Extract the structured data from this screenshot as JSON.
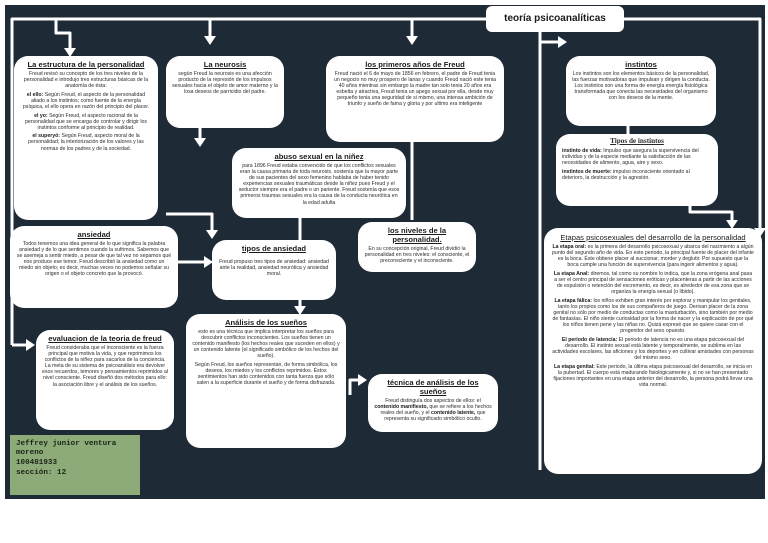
{
  "title": "teoría psicoanalíticas",
  "author": {
    "name": "Jeffrey junior ventura moreno",
    "id": "100481933",
    "section": "sección: 12"
  },
  "estructura": {
    "title": "La estructura de la personalidad",
    "intro": "Freud revisó su concepto de los tres niveles de la personalidad e introdujo tres estructuras básicas de la anatomía de ésta:",
    "ello_label": "el ello:",
    "ello_text": " Según Freud, el aspecto de la personalidad aliado a los instintos; como fuente de la energía psíquica, el ello opera en razón del principio del placer.",
    "yo_label": "el yo:",
    "yo_text": " Según Freud, el aspecto racional de la personalidad que se encarga de controlar y dirigir los instintos conforme al principio de realidad.",
    "superyo_label": "el superyó:",
    "superyo_text": "  Según Freud, aspecto moral de la personalidad; la interiorización de los valores y las normas de los padres y de la sociedad."
  },
  "neurosis": {
    "title": "La neurosis",
    "text": "según Freud la neurosis es una afección producto de la represión de los impulsos sexuales hacia el objeto de amor materno  y la losa deseos de parricidio del padre."
  },
  "primeros": {
    "title": "los primeros años de Freud",
    "text": "Freud nació el 6 de mayo de 1856 en febrero, el padre de Freud tenia un negocio no muy prospero de lanas y cuando Freud nació este tenia 40 años mientras sin embargo la madre tan solo tenia 20 años era esbelta y atractiva, Freud tenia un apego sexual por ella, desde muy pequeño tenia una seguridad de si mismo, una intensa ambición de triunfo y sueño de fama y gloria y por ultimo era inteligente"
  },
  "instintos": {
    "title": "instintos",
    "text": "Los instintos son los elementos básicos de la personalidad, las fuerzas motivadoras que impulsan y dirigen la conducta.  Los instintos son una forma de energía energía fisiológica transformada que conecta las necesidades del organismo con los deseos de la mente."
  },
  "tipos_instintos": {
    "title": "Tipos de instintos",
    "vida_label": "instinto de vida:",
    "vida_text": " Impulso que asegura la supervivencia del individuo y de la especie mediante la satisfacción de las necesidades de alimento, agua, aire y sexo.",
    "muerte_label": "instintos de muerte:",
    "muerte_text": " impulso inconsciente orientado al deterioro, la destrucción y la agresión."
  },
  "abuso": {
    "title": "abuso sexual en la niñez",
    "text": "para 1896 Freud estaba convencido de que los conflictos sexuales eran la causa primaria de toda neurosis. sostenía que la mayor parte de sus pacientes del sexo femenino hablaba de haber tenido experiencias sexuales traumáticas desde la niñez pues Freud y el seductor siempre era el padre o un pariente. Freud sostenía que esos primeros traumas sexuales era la causa de la conducta neurótica en la edad adulta"
  },
  "ansiedad": {
    "title": "ansiedad",
    "text": "Todos tenemos una idea general de lo que significa la palabra ansiedad y de lo que sentimos cuando la sufrimos. Sabemos que se asemeja a sentir miedo, a pesar de que tal vez no sepamos qué nos produce ese temor. Freud describió la ansiedad como un miedo sin objeto; es decir, muchas veces no podemos señalar su origen o el objeto concreto que la provocó."
  },
  "tipos_ansiedad": {
    "title": "tipos de ansiedad",
    "text": "Freud propuso tres tipos de ansiedad: ansiedad ante la realidad, ansiedad neurótica y ansiedad moral."
  },
  "niveles": {
    "title": "los niveles de la personalidad.",
    "text": "En su concepción original, Freud dividió la personalidad en tres niveles: el consciente, el preconsciente y el inconsciente."
  },
  "etapas": {
    "title": "Etapas psicosexuales del desarrollo de la personalidad",
    "oral_label": "La etapa oral:",
    "oral_text": " es la primera del desarrollo psicosexual y abarca del nacimiento a algún punto del segundo año de vida. En este periodo, la principal fuente de placer del infante es la boca. Éste obtiene placer al succionar, morder y deglutir. Por supuesto que la boca cumple una función de supervivencia (para ingerir alimentos y agua).",
    "anal_label": "La etapa Anal:",
    "anal_text": " diremos, tal como su nombre lo indica, que la zona erógena anal pasa a ser el centro principal de sensaciones eróticas y placenteras a partir de las acciones de expulsión o retención del excremento, es decir, es alrededor de esa zona que se organiza la energía sexual (o libido).",
    "falica_label": "La etapa fálica:",
    "falica_text": " los niños exhiben gran interés por explorar y manipular los genitales, tanto los propios como los de sus compañeros de juego. Derivan placer de la zona genital no sólo por medio de conductas como la masturbación, sino también por medio de fantasías. El niño siente curiosidad por la forma de nacer y la explicación de por qué los niños tienen pene y las niñas no. Quizá expresé que se quiere casar con el progenitor del sexo opuesto.",
    "latencia_label": "El periodo de latencia:",
    "latencia_text": " El periodo de latencia no es una etapa psicosexual del desarrollo. El instinto sexual está latente y temporalmente, se sublima en las actividades escolares, las aficiones y los deportes y en cultivar amistades con personas del mismo sexo.",
    "genital_label": "La etapa genital:",
    "genital_text": " Este periodo, la última etapa psicosexual del desarrollo, se inicia en la pubertad. El cuerpo está madurando fisiológicamente y, si no se han presentado fijaciones importantes en una etapa anterior del desarrollo, la persona podrá llevar una vida normal."
  },
  "evaluacion": {
    "title": "evaluacion de la teoria de freud",
    "text": "Freud consideraba que el inconsciente es la fuerza principal que motiva la vida, y que reprimimos los conflictos de la niñez para sacarlos de la conciencia. La meta de su sistema de psicoanálisis era devolver esos recuerdos, temores y pensamientos reprimidos al nivel consciente.  Freud diseñó dos métodos para ello: la asociación libre y el análisis de los sueños."
  },
  "suenos": {
    "title": "Análisis de los sueños",
    "p1": "esto es una técnica que implica interpretar los sueños para descubrir conflictos inconscientes. Los sueños tienen un contenido manifiesto (los hechos reales que suceden en ellos) y un contenido latente (el significado simbólico de los hechos del sueño).",
    "p2": "Según Freud, los sueños representan, de forma simbólica, los deseos, los miedos y los conflictos reprimidos. Éstos sentimientos han sido contenidos con tanta fuerza que sólo salen a la superficie durante el sueño y de forma disfrazada."
  },
  "tecnica": {
    "title": "técnica de análisis de los sueños",
    "pre": "Freud distinguía dos aspectos de ellos: el ",
    "manifiesto": "contenido manifiesto,",
    "mid": " que se refiere a los hechos reales del sueño, y el ",
    "latente": "contenido latente,",
    "post": " que representa su significado simbólico oculto."
  },
  "colors": {
    "board": "#1e2a36",
    "card": "#ffffff",
    "author_bg": "#8cab78"
  }
}
